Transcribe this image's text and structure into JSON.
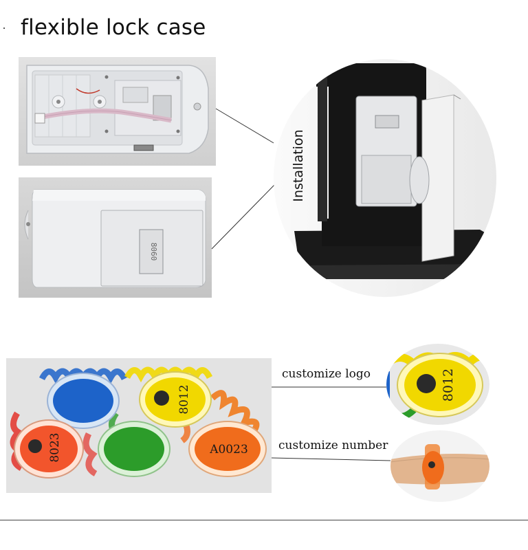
{
  "title": "flexible lock case",
  "installation_label": "Installation",
  "wristband_captions": {
    "logo": "customize logo",
    "number": "customize number"
  },
  "lock_back_label": "8060",
  "wristband_numbers": [
    "8012",
    "8023",
    "A0023"
  ],
  "zoom_number": "8012",
  "colors": {
    "lock_body": "#e9eaec",
    "panel_black": "#141414",
    "band_blue": "#1d63c9",
    "band_yellow": "#f1d800",
    "band_orange": "#f06c1c",
    "band_green": "#2c9c2a",
    "band_red": "#e3322a"
  }
}
